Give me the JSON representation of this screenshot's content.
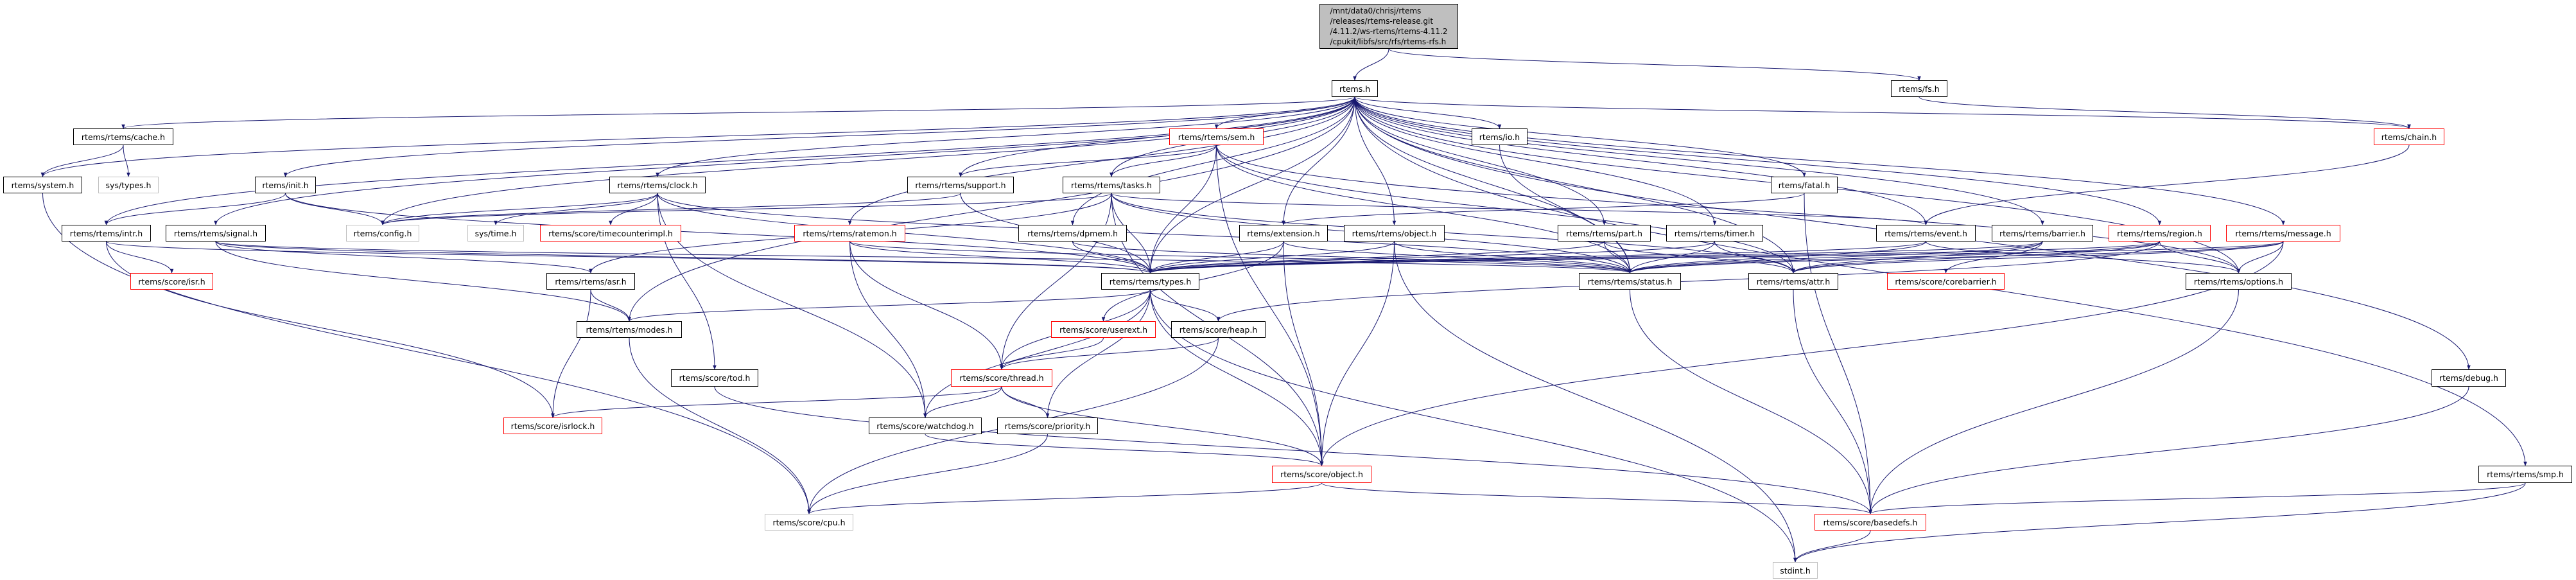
{
  "colors": {
    "edge": "#191970",
    "normal_border": "#000000",
    "missing_border": "#ff0000",
    "external_border": "#bfbfbf",
    "root_fill": "#bfbfbf"
  },
  "nodes": [
    {
      "id": "root",
      "label": "/mnt/data0/chrisj/rtems\n/releases/rtems-release.git\n/4.11.2/ws-rtems/rtems-4.11.2\n/cpukit/libfs/src/rfs/rtems-rfs.h",
      "style": "root"
    },
    {
      "id": "rtems",
      "label": "rtems.h",
      "style": "normal"
    },
    {
      "id": "fs",
      "label": "rtems/fs.h",
      "style": "normal"
    },
    {
      "id": "cache",
      "label": "rtems/rtems/cache.h",
      "style": "normal"
    },
    {
      "id": "sem",
      "label": "rtems/rtems/sem.h",
      "style": "red"
    },
    {
      "id": "io",
      "label": "rtems/io.h",
      "style": "normal"
    },
    {
      "id": "chain",
      "label": "rtems/chain.h",
      "style": "red"
    },
    {
      "id": "system",
      "label": "rtems/system.h",
      "style": "normal"
    },
    {
      "id": "systypes",
      "label": "sys/types.h",
      "style": "gray"
    },
    {
      "id": "init",
      "label": "rtems/init.h",
      "style": "normal"
    },
    {
      "id": "clock",
      "label": "rtems/rtems/clock.h",
      "style": "normal"
    },
    {
      "id": "support",
      "label": "rtems/rtems/support.h",
      "style": "normal"
    },
    {
      "id": "tasks",
      "label": "rtems/rtems/tasks.h",
      "style": "normal"
    },
    {
      "id": "fatal",
      "label": "rtems/fatal.h",
      "style": "normal"
    },
    {
      "id": "intr",
      "label": "rtems/rtems/intr.h",
      "style": "normal"
    },
    {
      "id": "signal",
      "label": "rtems/rtems/signal.h",
      "style": "normal"
    },
    {
      "id": "config",
      "label": "rtems/config.h",
      "style": "gray"
    },
    {
      "id": "systime",
      "label": "sys/time.h",
      "style": "gray"
    },
    {
      "id": "timecounter",
      "label": "rtems/score/timecounterimpl.h",
      "style": "red"
    },
    {
      "id": "ratemon",
      "label": "rtems/rtems/ratemon.h",
      "style": "red"
    },
    {
      "id": "dpmem",
      "label": "rtems/rtems/dpmem.h",
      "style": "normal"
    },
    {
      "id": "extension",
      "label": "rtems/extension.h",
      "style": "normal"
    },
    {
      "id": "robject",
      "label": "rtems/rtems/object.h",
      "style": "normal"
    },
    {
      "id": "part",
      "label": "rtems/rtems/part.h",
      "style": "normal"
    },
    {
      "id": "timer",
      "label": "rtems/rtems/timer.h",
      "style": "normal"
    },
    {
      "id": "event",
      "label": "rtems/rtems/event.h",
      "style": "normal"
    },
    {
      "id": "barrier",
      "label": "rtems/rtems/barrier.h",
      "style": "normal"
    },
    {
      "id": "region",
      "label": "rtems/rtems/region.h",
      "style": "red"
    },
    {
      "id": "message",
      "label": "rtems/rtems/message.h",
      "style": "red"
    },
    {
      "id": "isr",
      "label": "rtems/score/isr.h",
      "style": "red"
    },
    {
      "id": "asr",
      "label": "rtems/rtems/asr.h",
      "style": "normal"
    },
    {
      "id": "types",
      "label": "rtems/rtems/types.h",
      "style": "normal"
    },
    {
      "id": "status",
      "label": "rtems/rtems/status.h",
      "style": "normal"
    },
    {
      "id": "attr",
      "label": "rtems/rtems/attr.h",
      "style": "normal"
    },
    {
      "id": "corebarrier",
      "label": "rtems/score/corebarrier.h",
      "style": "red"
    },
    {
      "id": "options",
      "label": "rtems/rtems/options.h",
      "style": "normal"
    },
    {
      "id": "modes",
      "label": "rtems/rtems/modes.h",
      "style": "normal"
    },
    {
      "id": "userext",
      "label": "rtems/score/userext.h",
      "style": "red"
    },
    {
      "id": "heap",
      "label": "rtems/score/heap.h",
      "style": "normal"
    },
    {
      "id": "tod",
      "label": "rtems/score/tod.h",
      "style": "normal"
    },
    {
      "id": "thread",
      "label": "rtems/score/thread.h",
      "style": "red"
    },
    {
      "id": "debug",
      "label": "rtems/debug.h",
      "style": "normal"
    },
    {
      "id": "isrlock",
      "label": "rtems/score/isrlock.h",
      "style": "red"
    },
    {
      "id": "watchdog",
      "label": "rtems/score/watchdog.h",
      "style": "normal"
    },
    {
      "id": "priority",
      "label": "rtems/score/priority.h",
      "style": "normal"
    },
    {
      "id": "sobject",
      "label": "rtems/score/object.h",
      "style": "red"
    },
    {
      "id": "smp",
      "label": "rtems/rtems/smp.h",
      "style": "normal"
    },
    {
      "id": "cpu",
      "label": "rtems/score/cpu.h",
      "style": "gray"
    },
    {
      "id": "basedefs",
      "label": "rtems/score/basedefs.h",
      "style": "red"
    },
    {
      "id": "stdint",
      "label": "stdint.h",
      "style": "gray"
    }
  ],
  "edges": [
    [
      "root",
      "rtems"
    ],
    [
      "root",
      "fs"
    ],
    [
      "fs",
      "chain"
    ],
    [
      "rtems",
      "cache"
    ],
    [
      "rtems",
      "system"
    ],
    [
      "rtems",
      "init"
    ],
    [
      "rtems",
      "intr"
    ],
    [
      "rtems",
      "signal"
    ],
    [
      "rtems",
      "config"
    ],
    [
      "rtems",
      "clock"
    ],
    [
      "rtems",
      "ratemon"
    ],
    [
      "rtems",
      "support"
    ],
    [
      "rtems",
      "sem"
    ],
    [
      "rtems",
      "tasks"
    ],
    [
      "rtems",
      "dpmem"
    ],
    [
      "rtems",
      "extension"
    ],
    [
      "rtems",
      "robject"
    ],
    [
      "rtems",
      "io"
    ],
    [
      "rtems",
      "part"
    ],
    [
      "rtems",
      "timer"
    ],
    [
      "rtems",
      "fatal"
    ],
    [
      "rtems",
      "event"
    ],
    [
      "rtems",
      "barrier"
    ],
    [
      "rtems",
      "region"
    ],
    [
      "rtems",
      "message"
    ],
    [
      "rtems",
      "chain"
    ],
    [
      "rtems",
      "debug"
    ],
    [
      "rtems",
      "smp"
    ],
    [
      "rtems",
      "types"
    ],
    [
      "rtems",
      "status"
    ],
    [
      "rtems",
      "attr"
    ],
    [
      "rtems",
      "options"
    ],
    [
      "rtems",
      "modes"
    ],
    [
      "cache",
      "system"
    ],
    [
      "cache",
      "systypes"
    ],
    [
      "system",
      "cpu"
    ],
    [
      "init",
      "intr"
    ],
    [
      "init",
      "config"
    ],
    [
      "init",
      "types"
    ],
    [
      "intr",
      "isr"
    ],
    [
      "intr",
      "isrlock"
    ],
    [
      "intr",
      "types"
    ],
    [
      "signal",
      "asr"
    ],
    [
      "signal",
      "modes"
    ],
    [
      "signal",
      "types"
    ],
    [
      "signal",
      "status"
    ],
    [
      "clock",
      "config"
    ],
    [
      "clock",
      "systime"
    ],
    [
      "clock",
      "timecounter"
    ],
    [
      "clock",
      "tod"
    ],
    [
      "clock",
      "watchdog"
    ],
    [
      "clock",
      "types"
    ],
    [
      "clock",
      "status"
    ],
    [
      "ratemon",
      "types"
    ],
    [
      "ratemon",
      "status"
    ],
    [
      "ratemon",
      "thread"
    ],
    [
      "ratemon",
      "watchdog"
    ],
    [
      "support",
      "types"
    ],
    [
      "support",
      "config"
    ],
    [
      "sem",
      "support"
    ],
    [
      "sem",
      "tasks"
    ],
    [
      "sem",
      "types"
    ],
    [
      "sem",
      "sobject"
    ],
    [
      "sem",
      "attr"
    ],
    [
      "sem",
      "options"
    ],
    [
      "sem",
      "status"
    ],
    [
      "tasks",
      "config"
    ],
    [
      "tasks",
      "types"
    ],
    [
      "tasks",
      "status"
    ],
    [
      "tasks",
      "thread"
    ],
    [
      "tasks",
      "asr"
    ],
    [
      "tasks",
      "attr"
    ],
    [
      "tasks",
      "event"
    ],
    [
      "tasks",
      "sobject"
    ],
    [
      "dpmem",
      "types"
    ],
    [
      "dpmem",
      "status"
    ],
    [
      "extension",
      "types"
    ],
    [
      "extension",
      "status"
    ],
    [
      "extension",
      "userext"
    ],
    [
      "extension",
      "sobject"
    ],
    [
      "robject",
      "types"
    ],
    [
      "robject",
      "status"
    ],
    [
      "robject",
      "sobject"
    ],
    [
      "robject",
      "stdint"
    ],
    [
      "io",
      "status"
    ],
    [
      "part",
      "types"
    ],
    [
      "part",
      "status"
    ],
    [
      "part",
      "attr"
    ],
    [
      "timer",
      "types"
    ],
    [
      "timer",
      "status"
    ],
    [
      "timer",
      "attr"
    ],
    [
      "fatal",
      "basedefs"
    ],
    [
      "fatal",
      "extension"
    ],
    [
      "event",
      "types"
    ],
    [
      "event",
      "status"
    ],
    [
      "event",
      "options"
    ],
    [
      "barrier",
      "types"
    ],
    [
      "barrier",
      "status"
    ],
    [
      "barrier",
      "attr"
    ],
    [
      "barrier",
      "corebarrier"
    ],
    [
      "region",
      "types"
    ],
    [
      "region",
      "status"
    ],
    [
      "region",
      "attr"
    ],
    [
      "region",
      "options"
    ],
    [
      "region",
      "heap"
    ],
    [
      "message",
      "types"
    ],
    [
      "message",
      "status"
    ],
    [
      "message",
      "attr"
    ],
    [
      "message",
      "options"
    ],
    [
      "message",
      "sobject"
    ],
    [
      "chain",
      "event"
    ],
    [
      "debug",
      "basedefs"
    ],
    [
      "smp",
      "basedefs"
    ],
    [
      "smp",
      "stdint"
    ],
    [
      "types",
      "modes"
    ],
    [
      "types",
      "heap"
    ],
    [
      "types",
      "thread"
    ],
    [
      "types",
      "watchdog"
    ],
    [
      "types",
      "priority"
    ],
    [
      "types",
      "sobject"
    ],
    [
      "types",
      "stdint"
    ],
    [
      "asr",
      "modes"
    ],
    [
      "asr",
      "isrlock"
    ],
    [
      "modes",
      "cpu"
    ],
    [
      "tod",
      "basedefs"
    ],
    [
      "thread",
      "isrlock"
    ],
    [
      "thread",
      "watchdog"
    ],
    [
      "thread",
      "priority"
    ],
    [
      "thread",
      "sobject"
    ],
    [
      "userext",
      "thread"
    ],
    [
      "heap",
      "thread"
    ],
    [
      "heap",
      "cpu"
    ],
    [
      "watchdog",
      "sobject"
    ],
    [
      "priority",
      "cpu"
    ],
    [
      "sobject",
      "cpu"
    ],
    [
      "sobject",
      "basedefs"
    ],
    [
      "status",
      "basedefs"
    ],
    [
      "attr",
      "basedefs"
    ],
    [
      "options",
      "basedefs"
    ],
    [
      "basedefs",
      "stdint"
    ]
  ]
}
